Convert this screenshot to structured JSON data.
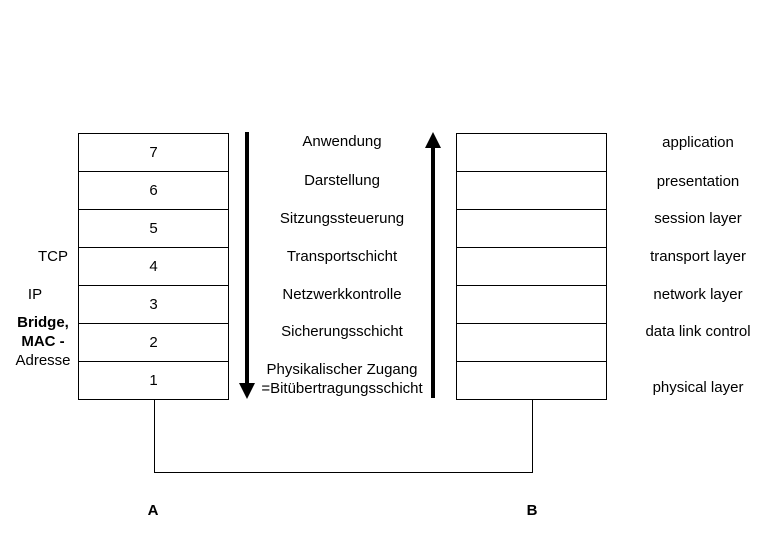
{
  "diagram": {
    "type": "osi-layer-model",
    "colors": {
      "background": "#ffffff",
      "line": "#000000",
      "text": "#000000"
    },
    "left_stack": {
      "rows": [
        "7",
        "6",
        "5",
        "4",
        "3",
        "2",
        "1"
      ]
    },
    "right_stack": {
      "row_count": 7,
      "rows": [
        "",
        "",
        "",
        "",
        "",
        "",
        ""
      ]
    },
    "protocol_labels": {
      "tcp": "TCP",
      "ip": "IP",
      "bridge_line1": "Bridge,",
      "bridge_line2": "MAC -",
      "bridge_line3": "Adresse"
    },
    "german_layers": {
      "l7": "Anwendung",
      "l6": "Darstellung",
      "l5": "Sitzungssteuerung",
      "l4": "Transportschicht",
      "l3": "Netzwerkkontrolle",
      "l2": "Sicherungsschicht",
      "l1": "Physikalischer Zugang\n=Bitübertragungsschicht"
    },
    "english_layers": {
      "l7": "application",
      "l6": "presentation",
      "l5": "session layer",
      "l4": "transport layer",
      "l3": "network layer",
      "l2": "data link control",
      "l1": "physical layer"
    },
    "arrows": {
      "down_icon": "down-arrow",
      "up_icon": "up-arrow"
    },
    "endpoints": {
      "left": "A",
      "right": "B"
    }
  }
}
